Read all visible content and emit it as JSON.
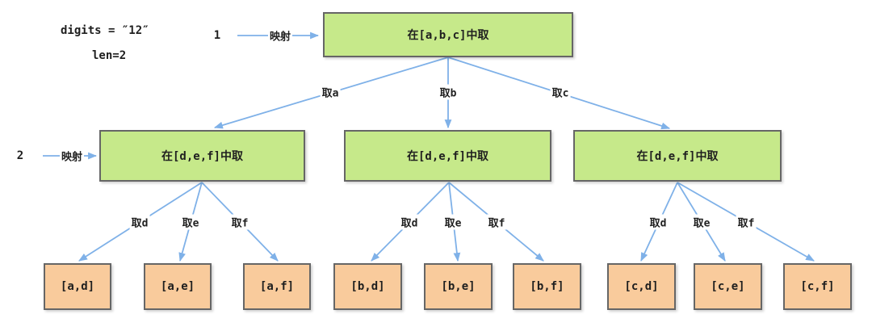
{
  "colors": {
    "node_fill_green": "#c6e98a",
    "leaf_fill_orange": "#f9cb9c",
    "arrow_blue": "#7fb1e8",
    "border_gray": "#666666"
  },
  "side_notes": {
    "digits": "digits = ″12″",
    "len": "len=2"
  },
  "mappings": [
    {
      "step": "1",
      "label": "映射"
    },
    {
      "step": "2",
      "label": "映射"
    }
  ],
  "tree": {
    "root_label": "在[a,b,c]中取",
    "level1_edge_labels": [
      "取a",
      "取b",
      "取c"
    ],
    "level2_labels": [
      "在[d,e,f]中取",
      "在[d,e,f]中取",
      "在[d,e,f]中取"
    ],
    "level2_edge_labels": [
      [
        "取d",
        "取e",
        "取f"
      ],
      [
        "取d",
        "取e",
        "取f"
      ],
      [
        "取d",
        "取e",
        "取f"
      ]
    ],
    "leaf_labels": [
      "[a,d]",
      "[a,e]",
      "[a,f]",
      "[b,d]",
      "[b,e]",
      "[b,f]",
      "[c,d]",
      "[c,e]",
      "[c,f]"
    ]
  }
}
